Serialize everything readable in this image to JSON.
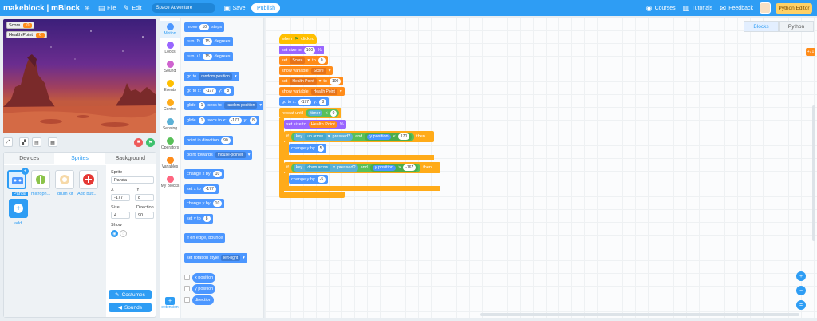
{
  "topbar": {
    "brand": "makeblock | mBlock",
    "file": "File",
    "edit": "Edit",
    "project_name": "Space Adventure",
    "save": "Save",
    "publish": "Publish",
    "courses": "Courses",
    "tutorials": "Tutorials",
    "feedback": "Feedback",
    "python_editor": "Python Editor"
  },
  "stage": {
    "monitors": [
      {
        "label": "Score",
        "value": "0"
      },
      {
        "label": "Health Point",
        "value": "6"
      }
    ]
  },
  "panel": {
    "tabs": [
      "Devices",
      "Sprites",
      "Background"
    ],
    "sprites": [
      {
        "label": "Panda"
      },
      {
        "label": "microph..."
      },
      {
        "label": "drum kit"
      },
      {
        "label": "Add butt..."
      }
    ],
    "add_label": "add",
    "props": {
      "sprite_label": "Sprite",
      "sprite_value": "Panda",
      "x_label": "X",
      "x_value": "-177",
      "y_label": "Y",
      "y_value": "8",
      "size_label": "Size",
      "size_value": "4",
      "direction_label": "Direction",
      "direction_value": "90",
      "show_label": "Show"
    },
    "costumes": "Costumes",
    "sounds": "Sounds"
  },
  "categories": [
    {
      "label": "Motion",
      "color": "#4c97ff"
    },
    {
      "label": "Looks",
      "color": "#9966ff"
    },
    {
      "label": "Sound",
      "color": "#cf63cf"
    },
    {
      "label": "Events",
      "color": "#ffbf00"
    },
    {
      "label": "Control",
      "color": "#ffab19"
    },
    {
      "label": "Sensing",
      "color": "#5cb1d6"
    },
    {
      "label": "Operators",
      "color": "#59c059"
    },
    {
      "label": "Variables",
      "color": "#ff8c1a"
    },
    {
      "label": "My Blocks",
      "color": "#ff6680"
    }
  ],
  "extension": "extension",
  "palette": {
    "move": "move",
    "move_val": "10",
    "steps": "steps",
    "turn": "turn",
    "turn_val": "15",
    "degrees": "degrees",
    "goto": "go to",
    "random_position": "random position",
    "goto_x": "go to x:",
    "x_val": "-177",
    "y": "y:",
    "y_val": "8",
    "glide": "glide",
    "glide_val": "1",
    "secs_to": "secs to",
    "secs_to_x": "secs to x:",
    "point_in_direction": "point in direction",
    "dir_val": "90",
    "point_towards": "point towards",
    "mouse_pointer": "mouse-pointer",
    "change_x": "change x by",
    "cx_val": "10",
    "set_x": "set x to",
    "sx_val": "-177",
    "change_y": "change y by",
    "cy_val": "10",
    "set_y": "set y to",
    "sy_val": "8",
    "edge_bounce": "if on edge, bounce",
    "rotation_style": "set rotation style",
    "left_right": "left-right",
    "x_position": "x position",
    "y_position": "y position",
    "direction": "direction"
  },
  "workspace": {
    "tabs": [
      "Blocks",
      "Python"
    ],
    "script": {
      "when": "when",
      "clicked": "clicked",
      "set_size": "set size to",
      "size_val": "100",
      "pct": "%",
      "set": "set",
      "score": "Score",
      "to": "to",
      "score_val": "0",
      "show_variable": "show variable",
      "health_point": "Health Point",
      "hp_val": "100",
      "goto_x": "go to x:",
      "gx": "-177",
      "y": "y:",
      "gy": "8",
      "repeat_until": "repeat until",
      "timer": "timer",
      "lt": "<",
      "timer_val": "0",
      "set_size_to": "set size to",
      "hp_reporter": "Health Point",
      "if": "if",
      "key": "key",
      "up_arrow": "up arrow",
      "pressed": "pressed?",
      "and": "and",
      "y_position": "y position",
      "lt2": "<",
      "up_lim": "170",
      "then": "then",
      "change_y": "change y by",
      "cy1": "5",
      "down_arrow": "down arrow",
      "gt": ">",
      "down_lim": "-167",
      "cy2": "-5"
    },
    "badge": "+71"
  }
}
